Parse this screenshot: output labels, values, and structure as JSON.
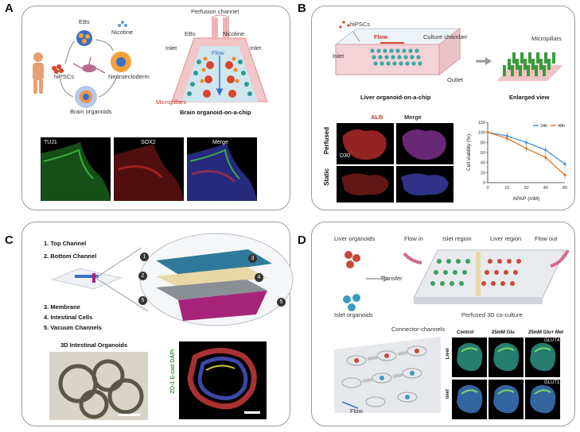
{
  "panels": {
    "A": {
      "label": "A",
      "ebs": "EBs",
      "nicotine": "Nicotine",
      "neuroectoderm": "Neuroectoderm",
      "hipscs": "hiPSCs",
      "brain_organoids": "Brain organoids",
      "perfusion_channel": "Perfusion channel",
      "chip_ebs": "EBs",
      "chip_nicotine": "Nicotine",
      "inlet_left": "Inlet",
      "inlet_right": "Inlet",
      "flow": "Flow",
      "micropillars": "Micropillars",
      "chip_title": "Brain organoid-on-a-chip",
      "img_tuj1": "TUJ1",
      "img_sox2": "SOX2",
      "img_merge": "Merge",
      "colors": {
        "tuj1": "#3fbf3f",
        "sox2": "#d43030",
        "dapi": "#3040c0"
      }
    },
    "B": {
      "label": "B",
      "hipscs": "hiPSCs",
      "flow": "Flow",
      "culture_chamber": "Culture chamber",
      "inlet": "Inlet",
      "outlet": "Outlet",
      "micropillars": "Micropillars",
      "chip_title": "Liver organoid-on-a-chip",
      "enlarged": "Enlarged view",
      "img_alb": "ALB",
      "img_merge": "Merge",
      "perfused": "Perfused",
      "static": "Static",
      "d30": "D30"
    },
    "C": {
      "label": "C",
      "item1": "1. Top Channel",
      "item2": "2. Bottom Channel",
      "item3": "3. Membrane",
      "item4": "4. Intestinal Cells",
      "item5": "5. Vacuum Channels",
      "organoids_title": "3D Intestinal Organoids",
      "stain": "ZO-1 E-cad DAPI",
      "markers": [
        "1",
        "2",
        "3",
        "4",
        "5",
        "5"
      ]
    },
    "D": {
      "label": "D",
      "liver_organoids": "Liver organoids",
      "flow_in": "Flow in",
      "islet_region": "Islet region",
      "liver_region": "Liver region",
      "flow_out": "Flow out",
      "transfer": "Transfer",
      "islet_organoids": "Islet organoids",
      "coculture": "Perfused 3D co-culture",
      "connector": "Connector-channels",
      "flow": "Flow",
      "col_control": "Control",
      "col_glu": "25mM Glu",
      "col_glu_met": "25mM Glu+ Met",
      "row_liver": "Liver",
      "row_islet": "Islet",
      "glut4": "GLUT4",
      "glut1": "GLUT1"
    }
  },
  "chart_data": {
    "type": "line",
    "title": "",
    "xlabel": "APAP (mM)",
    "ylabel": "Cell viability (%)",
    "x": [
      0,
      10,
      20,
      40,
      80
    ],
    "ylim": [
      0,
      120
    ],
    "yticks": [
      0,
      20,
      40,
      60,
      80,
      100,
      120
    ],
    "xticks": [
      "0",
      "10",
      "20",
      "40",
      "80"
    ],
    "legend_position": "top-right",
    "series": [
      {
        "name": "24h",
        "values": [
          100,
          93,
          80,
          65,
          37
        ],
        "color": "#4a90d9"
      },
      {
        "name": "48h",
        "values": [
          100,
          88,
          68,
          50,
          15
        ],
        "color": "#e07a2a"
      }
    ]
  }
}
